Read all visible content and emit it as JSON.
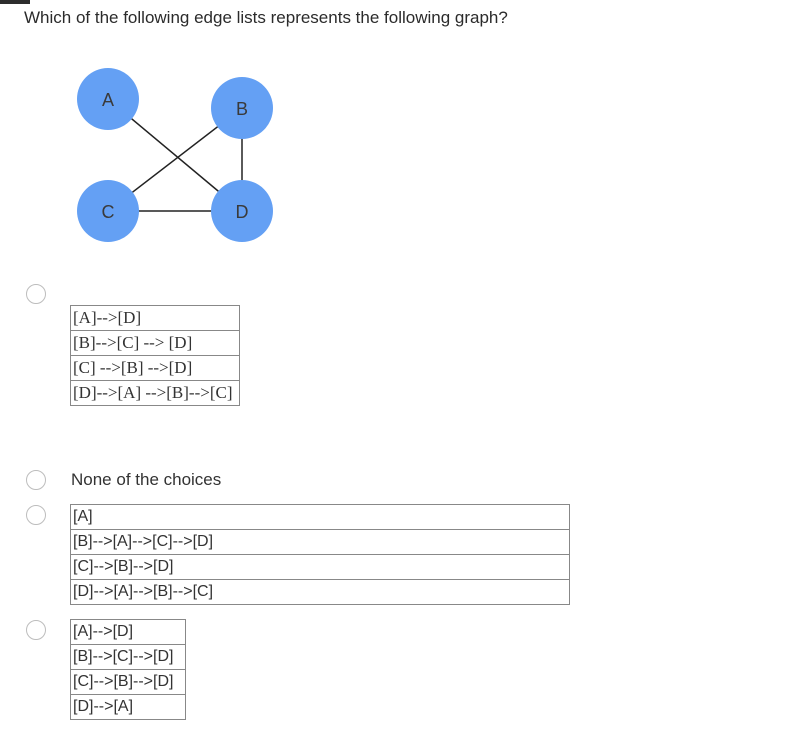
{
  "question": "Which of the following edge lists represents the following graph?",
  "graph": {
    "node_color": "#64a0f4",
    "nodes": [
      {
        "id": "A",
        "label": "A"
      },
      {
        "id": "B",
        "label": "B"
      },
      {
        "id": "C",
        "label": "C"
      },
      {
        "id": "D",
        "label": "D"
      }
    ],
    "edges": [
      [
        "A",
        "D"
      ],
      [
        "B",
        "C"
      ],
      [
        "B",
        "D"
      ],
      [
        "C",
        "D"
      ]
    ]
  },
  "options": [
    {
      "rows": [
        "[A]-->[D]",
        "[B]-->[C] --> [D]",
        "[C] -->[B] -->[D]",
        "[D]-->[A] -->[B]-->[C]"
      ]
    },
    {
      "text": "None of the choices"
    },
    {
      "rows": [
        "[A]",
        "[B]-->[A]-->[C]-->[D]",
        "[C]-->[B]-->[D]",
        "[D]-->[A]-->[B]-->[C]"
      ]
    },
    {
      "rows": [
        "[A]-->[D]",
        "[B]-->[C]-->[D]",
        "[C]-->[B]-->[D]",
        "[D]-->[A]"
      ]
    }
  ]
}
